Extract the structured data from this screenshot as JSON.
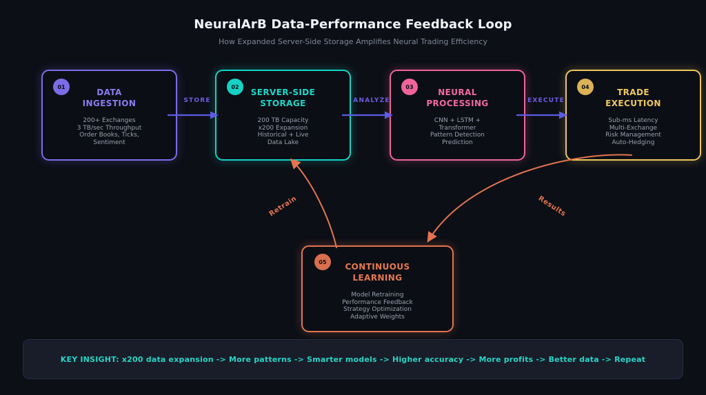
{
  "header": {
    "title": "NeuralArB Data-Performance Feedback Loop",
    "subtitle": "How Expanded Server-Side Storage Amplifies Neural Trading Efficiency"
  },
  "flow": {
    "nodes": [
      {
        "number": "01",
        "title": "DATA\nINGESTION",
        "details": "200+ Exchanges\n3 TB/sec Throughput\nOrder Books, Ticks,\nSentiment",
        "accent": "#7c6ce8"
      },
      {
        "number": "02",
        "title": "SERVER-SIDE\nSTORAGE",
        "details": "200 TB Capacity\nx200 Expansion\nHistorical + Live\nData Lake",
        "accent": "#14d3c4"
      },
      {
        "number": "03",
        "title": "NEURAL\nPROCESSING",
        "details": "CNN + LSTM +\nTransformer\nPattern Detection\nPrediction",
        "accent": "#f0639b"
      },
      {
        "number": "04",
        "title": "TRADE\nEXECUTION",
        "details": "Sub-ms Latency\nMulti-Exchange\nRisk Management\nAuto-Hedging",
        "accent": "#eec55e"
      },
      {
        "number": "05",
        "title": "CONTINUOUS\nLEARNING",
        "details": "Model Retraining\nPerformance Feedback\nStrategy Optimization\nAdaptive Weights",
        "accent": "#e4744f"
      }
    ],
    "connector_labels": {
      "store": "STORE",
      "analyze": "ANALYZE",
      "execute": "EXECUTE"
    },
    "loop_labels": {
      "retrain": "Retrain",
      "results": "Results"
    }
  },
  "key_insight": {
    "text": "KEY INSIGHT: x200 data expansion -> More patterns -> Smarter models -> Higher accuracy -> More profits -> Better data -> Repeat"
  },
  "colors": {
    "background": "#0c0f16",
    "accent_purple": "#7c6ce8",
    "accent_teal": "#14d3c4",
    "accent_pink": "#f0639b",
    "accent_gold": "#eec55e",
    "accent_orange": "#e4744f",
    "connector_blue": "#5d5ce6",
    "insight_teal": "#26d4c6"
  }
}
